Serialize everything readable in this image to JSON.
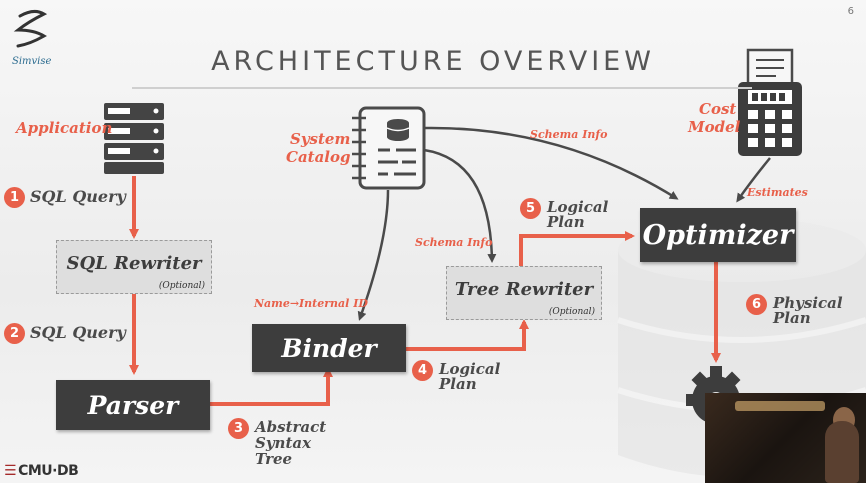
{
  "slide": {
    "title": "ARCHITECTURE OVERVIEW",
    "page_number": "6",
    "logo_text": "Simvise",
    "footer_logo": "CMU·DB",
    "footer_mark": "☰"
  },
  "components": {
    "application": "Application",
    "system_catalog_1": "System",
    "system_catalog_2": "Catalog",
    "cost_model_1": "Cost",
    "cost_model_2": "Model",
    "sql_rewriter": "SQL Rewriter",
    "sql_rewriter_optional": "(Optional)",
    "parser": "Parser",
    "binder": "Binder",
    "tree_rewriter": "Tree Rewriter",
    "tree_rewriter_optional": "(Optional)",
    "optimizer": "Optimizer"
  },
  "edges": {
    "sql_query_1": "SQL Query",
    "sql_query_2": "SQL Query",
    "ast_1": "Abstract",
    "ast_2": "Syntax",
    "ast_3": "Tree",
    "logical_plan_4a": "Logical",
    "logical_plan_4b": "Plan",
    "logical_plan_5a": "Logical",
    "logical_plan_5b": "Plan",
    "physical_plan_1": "Physical",
    "physical_plan_2": "Plan",
    "schema_info_top": "Schema Info",
    "schema_info_mid": "Schema Info",
    "name_internal_id": "Name→Internal ID",
    "estimates": "Estimates"
  },
  "steps": [
    "1",
    "2",
    "3",
    "4",
    "5",
    "6"
  ],
  "icons": {
    "logo": "simvise-logo-icon",
    "server": "server-icon",
    "catalog": "notebook-database-icon",
    "calculator": "calculator-icon",
    "gear": "gear-icon",
    "database_bg": "database-background-icon"
  },
  "colors": {
    "accent": "#e8604a",
    "box_dark": "#3d3d3d",
    "arrow_gray": "#4a4a4a"
  }
}
